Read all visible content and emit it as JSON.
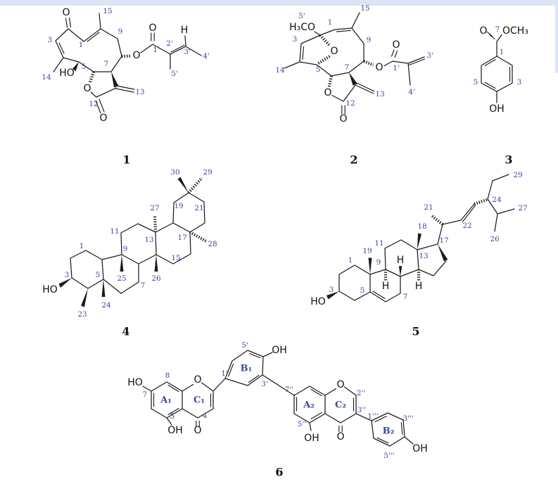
{
  "figure": {
    "top_bar_color": "#dce4f4",
    "label_color": "#3a4aa0",
    "bond_color": "#1c1c1c"
  },
  "compounds": {
    "c1": {
      "number": "1",
      "atom_labels": {
        "p1": "1",
        "p3": "3",
        "p5": "5",
        "p7": "7",
        "p9": "9",
        "p12": "12",
        "p13": "13",
        "p14": "14",
        "p15": "15",
        "p1p": "1'",
        "p2p": "2'",
        "p3p": "3'",
        "p4p": "4'",
        "p5p": "5'"
      },
      "atoms": {
        "o_ketone": "O",
        "ho": "HO",
        "o_lactone": "O",
        "o_lactone_co": "O",
        "o_ester": "O",
        "o_ester_co": "O",
        "h_vinyl": "H"
      }
    },
    "c2": {
      "number": "2",
      "atom_labels": {
        "p1": "1",
        "p3": "3",
        "p5": "5",
        "p7": "7",
        "p9": "9",
        "p12": "12",
        "p13": "13",
        "p14": "14",
        "p15": "15",
        "p1p": "1'",
        "p3p": "3'",
        "p4p": "4'",
        "p5p": "5'"
      },
      "atoms": {
        "methoxy": "H₃CO",
        "o_bridge": "O",
        "o_lactone": "O",
        "o_lactone_co": "O",
        "o_ester": "O",
        "o_ester_co": "O"
      }
    },
    "c3": {
      "number": "3",
      "atom_labels": {
        "p1": "1",
        "p3": "3",
        "p5": "5",
        "p7": "7"
      },
      "atoms": {
        "o_carbonyl": "O",
        "ome": "OCH₃",
        "oh": "OH"
      }
    },
    "c4": {
      "number": "4",
      "atom_labels": {
        "p1": "1",
        "p3": "3",
        "p5": "5",
        "p7": "7",
        "p9": "9",
        "p11": "11",
        "p13": "13",
        "p15": "15",
        "p17": "17",
        "p19": "19",
        "p21": "21",
        "p23": "23",
        "p24": "24",
        "p25": "25",
        "p26": "26",
        "p27": "27",
        "p28": "28",
        "p29": "29",
        "p30": "30"
      },
      "atoms": {
        "ho": "HO"
      }
    },
    "c5": {
      "number": "5",
      "atom_labels": {
        "p1": "1",
        "p3": "3",
        "p5": "5",
        "p7": "7",
        "p9": "9",
        "p11": "11",
        "p13": "13",
        "p17": "17",
        "p18": "18",
        "p19": "19",
        "p21": "21",
        "p22": "22",
        "p24": "24",
        "p26": "26",
        "p27": "27",
        "p29": "29"
      },
      "atoms": {
        "ho": "HO",
        "h8": "H",
        "h9": "H",
        "h14": "H"
      }
    },
    "c6": {
      "number": "6",
      "unit1": {
        "labels": {
          "p4": "4",
          "p5": "5",
          "p7": "7",
          "p8": "8",
          "p1p": "1'",
          "p3p": "3'",
          "p5p": "5'"
        },
        "rings": {
          "a": "A₁",
          "b": "B₁",
          "c": "C₁"
        },
        "atoms": {
          "ho7": "HO",
          "oh5": "OH",
          "o1": "O",
          "o4": "O",
          "oh4p": "OH"
        }
      },
      "unit2": {
        "labels": {
          "p2pp": "2''",
          "p3pp": "3''",
          "p5pp": "5''",
          "p7pp": "7''",
          "p1ppp": "1'''",
          "p3ppp": "3'''",
          "p5ppp": "5'''"
        },
        "rings": {
          "a": "A₂",
          "b": "B₂",
          "c": "C₂"
        },
        "atoms": {
          "oh5pp": "OH",
          "o1pp": "O",
          "o4pp": "O",
          "oh4ppp": "OH"
        }
      }
    }
  }
}
